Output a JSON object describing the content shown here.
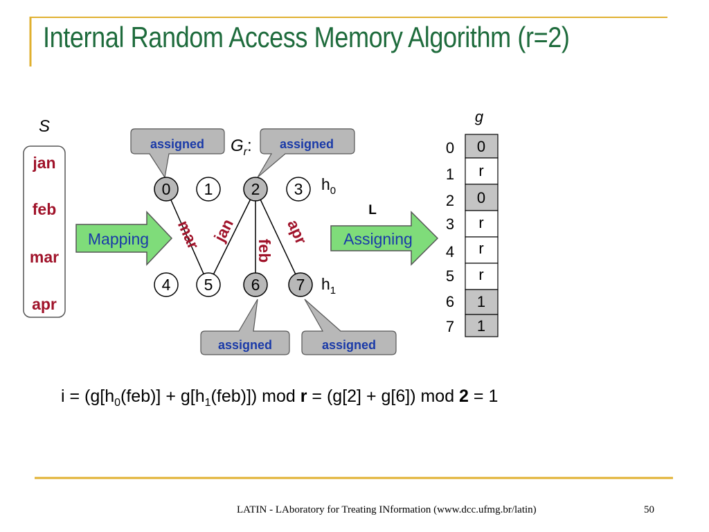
{
  "slide": {
    "title": "Internal Random Access Memory Algorithm (r=2)",
    "footer": "LATIN - LAboratory for Treating INformation (www.dcc.ufmg.br/latin)",
    "page_number": "50"
  },
  "colors": {
    "title": "#1e6b3c",
    "keys": "#a0132a",
    "arrow_text": "#1a3aa8",
    "arrow_fill": "#7fdc7a",
    "callout_fill": "#b8b8b8",
    "assigned_cell": "#c4c4c4",
    "rule": "#e0b030"
  },
  "set_s": {
    "label": "S",
    "items": [
      "jan",
      "feb",
      "mar",
      "apr"
    ]
  },
  "mapping_arrow": {
    "label": "Mapping"
  },
  "assigning_arrow": {
    "label": "Assigning",
    "top_label": "L"
  },
  "graph": {
    "label_main": "G",
    "label_sub": "r",
    "label_suffix": ":",
    "h0_label": "h",
    "h0_sub": "0",
    "h1_label": "h",
    "h1_sub": "1",
    "top_vertices": [
      {
        "label": "0",
        "assigned": true
      },
      {
        "label": "1",
        "assigned": false
      },
      {
        "label": "2",
        "assigned": true
      },
      {
        "label": "3",
        "assigned": false
      }
    ],
    "bottom_vertices": [
      {
        "label": "4",
        "assigned": false
      },
      {
        "label": "5",
        "assigned": false
      },
      {
        "label": "6",
        "assigned": true
      },
      {
        "label": "7",
        "assigned": true
      }
    ],
    "edges": [
      {
        "key": "mar",
        "from": "0",
        "to": "5"
      },
      {
        "key": "jan",
        "from": "2",
        "to": "5"
      },
      {
        "key": "feb",
        "from": "2",
        "to": "6"
      },
      {
        "key": "apr",
        "from": "2",
        "to": "7"
      }
    ],
    "callouts": [
      {
        "text": "assigned",
        "vertex": "0"
      },
      {
        "text": "assigned",
        "vertex": "2"
      },
      {
        "text": "assigned",
        "vertex": "6"
      },
      {
        "text": "assigned",
        "vertex": "7"
      }
    ]
  },
  "g_array": {
    "label": "g",
    "indices": [
      "0",
      "1",
      "2",
      "3",
      "4",
      "5",
      "6",
      "7"
    ],
    "values": [
      "0",
      "r",
      "0",
      "r",
      "r",
      "r",
      "1",
      "1"
    ],
    "assigned": [
      true,
      false,
      true,
      false,
      false,
      false,
      true,
      true
    ]
  },
  "formula": {
    "p1": "i = (g[h",
    "s1": "0",
    "p2": "(feb)] + g[h",
    "s2": "1",
    "p3": "(feb)]) mod ",
    "b1": "r",
    "p4": " = (g[2] + g[6]) mod ",
    "b2": "2",
    "p5": " = 1"
  }
}
